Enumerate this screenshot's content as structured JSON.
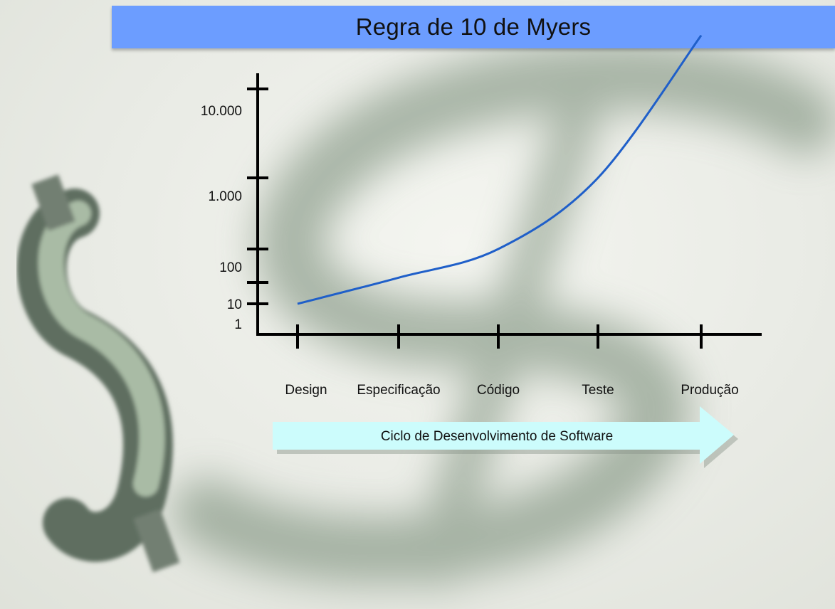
{
  "slide": {
    "title": "Regra de 10 de Myers"
  },
  "colors": {
    "title_bar": "#6c9dff",
    "curve": "#1f5fc9",
    "arrow_fill": "#ccfcfc",
    "axis": "#000000"
  },
  "decoration": {
    "icon": "dollar-sign-icon"
  },
  "arrow": {
    "label": "Ciclo de Desenvolvimento de Software"
  },
  "chart_data": {
    "type": "line",
    "title": "",
    "xlabel": "",
    "ylabel": "",
    "categories": [
      "Design",
      "Especificação",
      "Código",
      "Teste",
      "Produção"
    ],
    "y_ticks": [
      {
        "value": 1,
        "label": "1"
      },
      {
        "value": 10,
        "label": "10"
      },
      {
        "value": 100,
        "label": "100"
      },
      {
        "value": 1000,
        "label": "1.000"
      },
      {
        "value": 10000,
        "label": "10.000"
      }
    ],
    "y_scale": "log",
    "series": [
      {
        "values": [
          10,
          30,
          100,
          1000,
          40000
        ]
      }
    ],
    "grid": false,
    "legend": "none"
  }
}
